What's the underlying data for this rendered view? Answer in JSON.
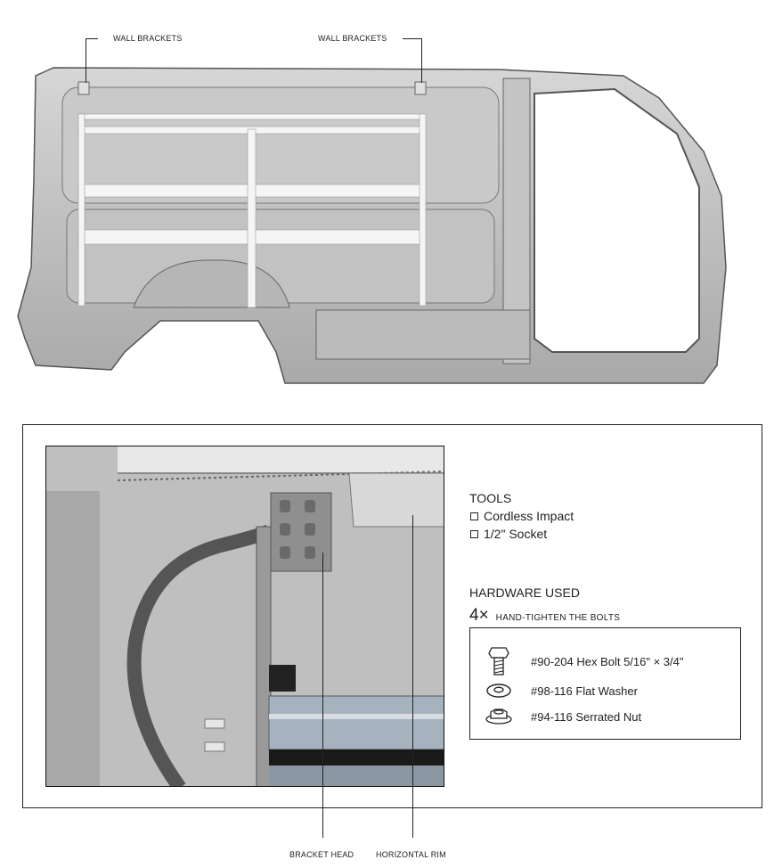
{
  "van_callouts": {
    "left": "WALL BRACKETS",
    "right": "WALL BRACKETS"
  },
  "tools": {
    "heading": "TOOLS",
    "items": [
      "Cordless Impact",
      "1/2\" Socket"
    ]
  },
  "hardware": {
    "heading": "HARDWARE USED",
    "quantity": "4×",
    "note": "hand-tighten the bolts",
    "items": [
      {
        "icon": "hex-bolt-icon",
        "label": "#90-204 Hex Bolt   5/16\" × 3/4\""
      },
      {
        "icon": "flat-washer-icon",
        "label": "#98-116 Flat Washer"
      },
      {
        "icon": "serrated-nut-icon",
        "label": "#94-116 Serrated Nut"
      }
    ]
  },
  "detail_callouts": {
    "bracket_head": "BRACKET HEAD",
    "horizontal_rim": "HORIZONTAL RIM"
  }
}
